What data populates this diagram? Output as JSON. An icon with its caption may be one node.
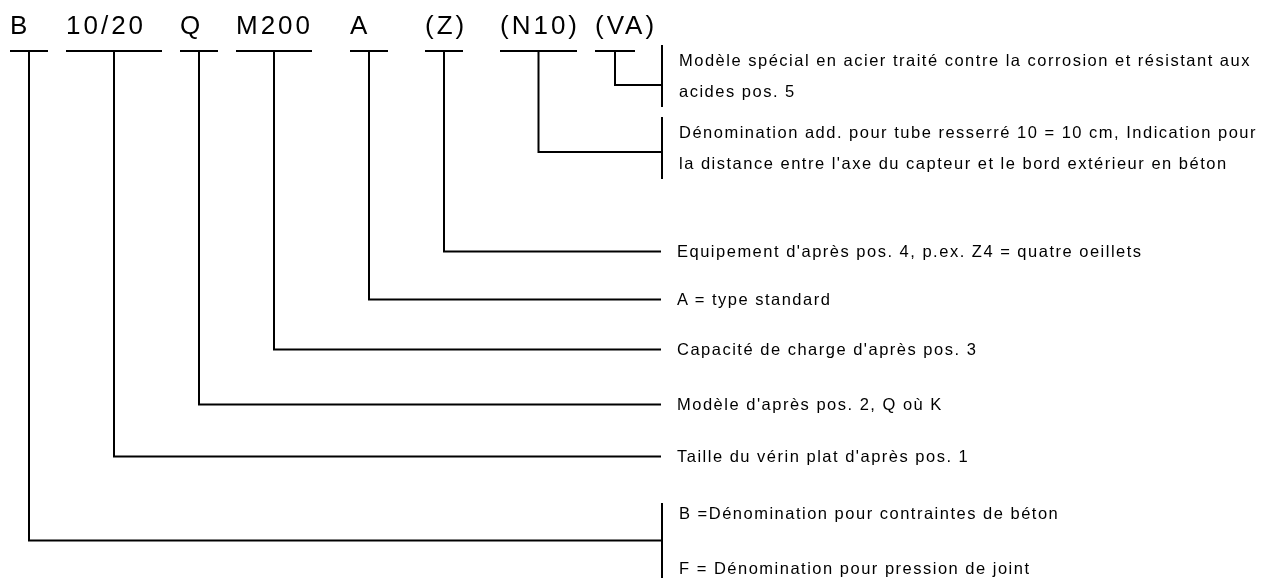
{
  "diagram": {
    "nodes": [
      {
        "text": [
          "B"
        ]
      },
      {
        "text": [
          "10/20"
        ]
      },
      {
        "text": [
          "Q"
        ]
      },
      {
        "text": [
          "M200"
        ]
      },
      {
        "text": [
          "A"
        ]
      },
      {
        "text": [
          "(Z)"
        ]
      },
      {
        "text": [
          "(N10)"
        ]
      },
      {
        "text": [
          "(VA)"
        ]
      },
      {
        "text": [
          "Modèle spécial en acier traité contre la corrosion et résistant aux acides pos. 5"
        ]
      },
      {
        "text": [
          "Dénomination add. pour tube resserré 10 = 10 cm, Indication pour la distance entre l'axe du capteur et le bord extérieur en béton"
        ]
      },
      {
        "text": [
          "Equipement d'après pos. 4, p.ex. Z4 = quatre oeillets"
        ]
      },
      {
        "text": [
          "A = type standard"
        ]
      },
      {
        "text": [
          "Capacité de charge d'après pos. 3"
        ]
      },
      {
        "text": [
          "Modèle d'après pos. 2, Q où K"
        ]
      },
      {
        "text": [
          "Taille du vérin plat d'après pos. 1"
        ]
      },
      {
        "text": [
          "B =Dénomination pour contraintes de béton",
          "F = Dénomination pour pression de joint"
        ]
      }
    ],
    "edges": [
      {
        "from": 0,
        "to": 15,
        "arrow": "none"
      },
      {
        "from": 1,
        "to": 14,
        "arrow": "none"
      },
      {
        "from": 2,
        "to": 13,
        "arrow": "none"
      },
      {
        "from": 3,
        "to": 12,
        "arrow": "none"
      },
      {
        "from": 4,
        "to": 11,
        "arrow": "none"
      },
      {
        "from": 5,
        "to": 10,
        "arrow": "none"
      },
      {
        "from": 6,
        "to": 9,
        "arrow": "none"
      },
      {
        "from": 7,
        "to": 8,
        "arrow": "none"
      }
    ]
  }
}
